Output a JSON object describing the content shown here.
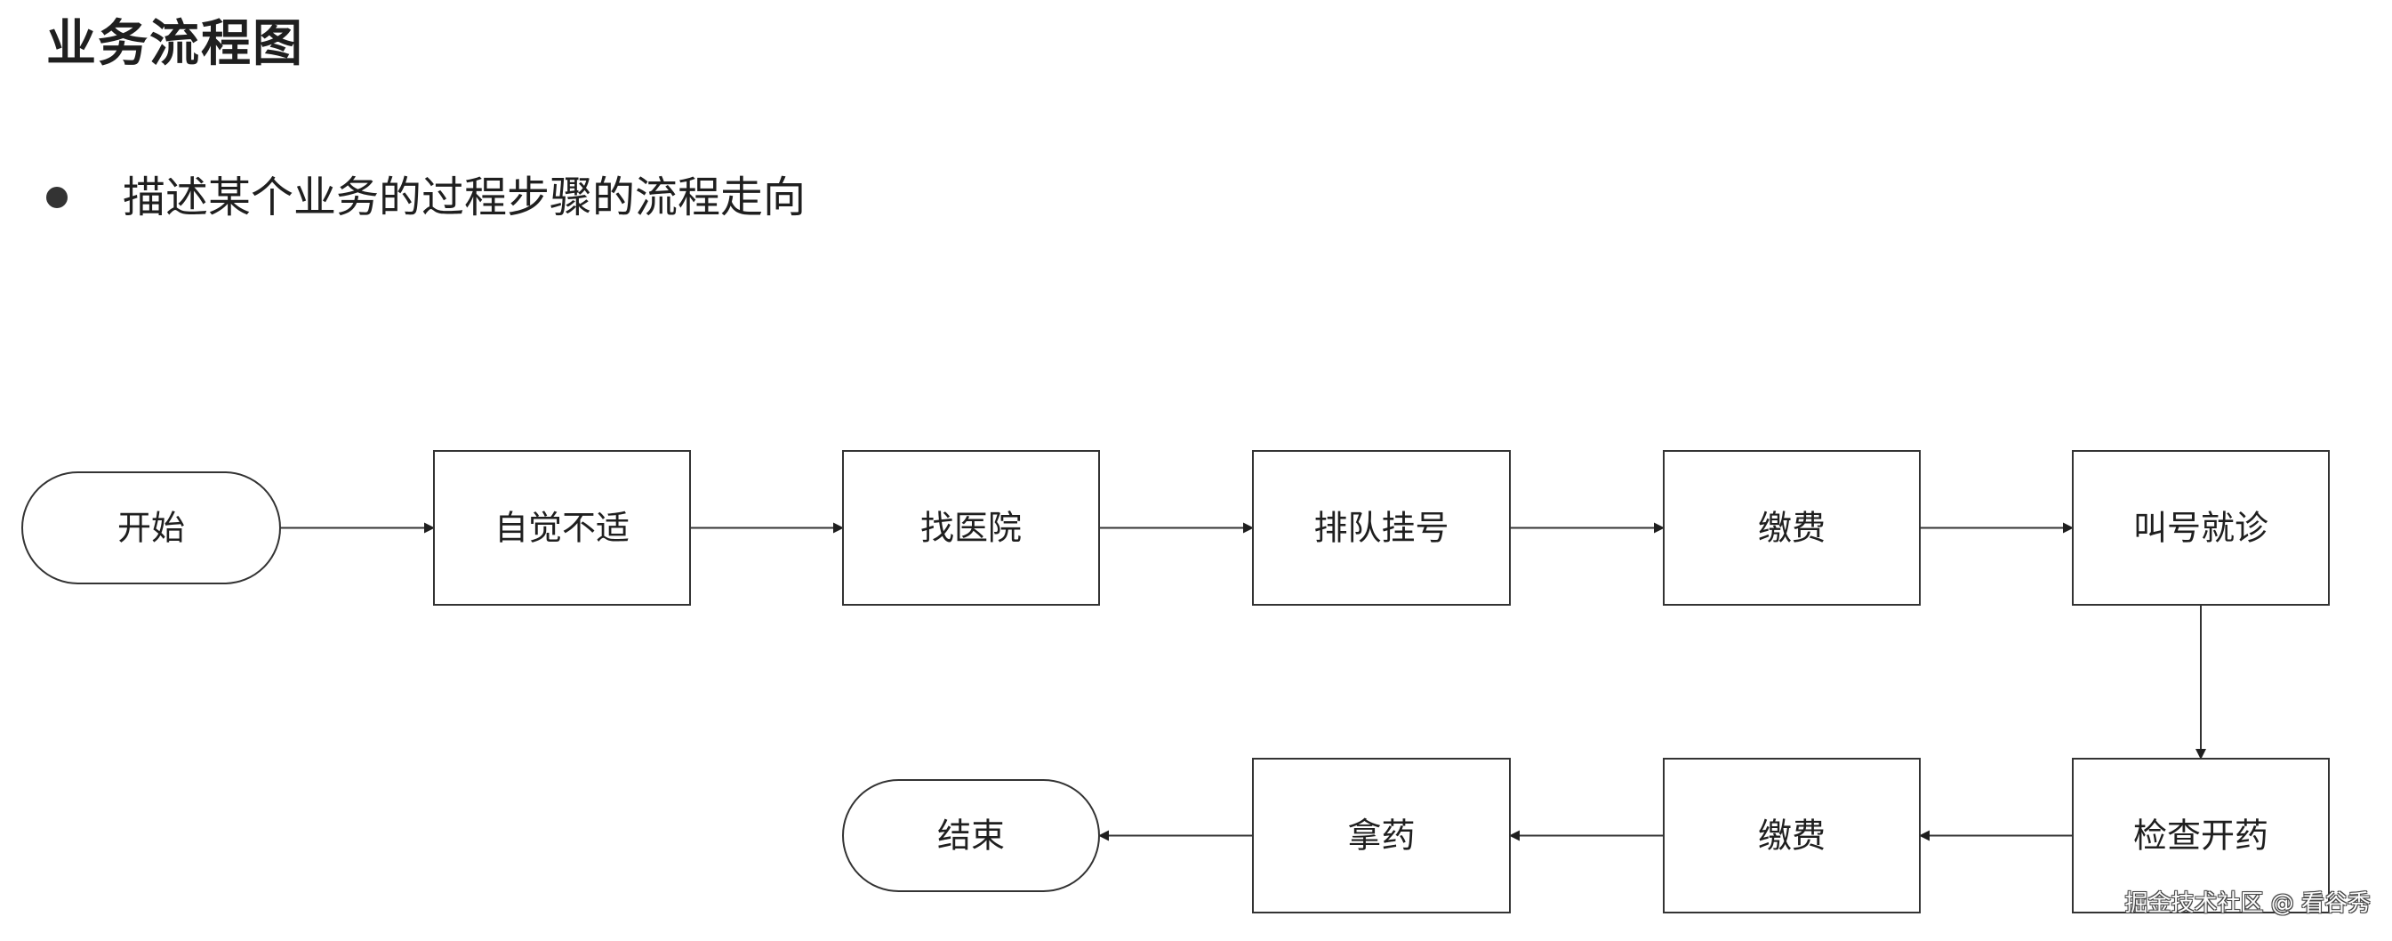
{
  "page": {
    "title": "业务流程图",
    "bullet": "描述某个业务的过程步骤的流程走向",
    "watermark": "掘金技术社区 @ 看谷秀"
  },
  "colors": {
    "text": "#1f1f1f",
    "stroke": "#333333",
    "background": "#ffffff"
  },
  "diagram": {
    "nodes": [
      {
        "id": "start",
        "shape": "terminal",
        "label": "开始"
      },
      {
        "id": "feel-unwell",
        "shape": "process",
        "label": "自觉不适"
      },
      {
        "id": "find-hospital",
        "shape": "process",
        "label": "找医院"
      },
      {
        "id": "queue-register",
        "shape": "process",
        "label": "排队挂号"
      },
      {
        "id": "pay-1",
        "shape": "process",
        "label": "缴费"
      },
      {
        "id": "called-visit",
        "shape": "process",
        "label": "叫号就诊"
      },
      {
        "id": "exam-prescribe",
        "shape": "process",
        "label": "检查开药"
      },
      {
        "id": "pay-2",
        "shape": "process",
        "label": "缴费"
      },
      {
        "id": "get-medicine",
        "shape": "process",
        "label": "拿药"
      },
      {
        "id": "end",
        "shape": "terminal",
        "label": "结束"
      }
    ],
    "edges": [
      {
        "from": "start",
        "to": "feel-unwell"
      },
      {
        "from": "feel-unwell",
        "to": "find-hospital"
      },
      {
        "from": "find-hospital",
        "to": "queue-register"
      },
      {
        "from": "queue-register",
        "to": "pay-1"
      },
      {
        "from": "pay-1",
        "to": "called-visit"
      },
      {
        "from": "called-visit",
        "to": "exam-prescribe"
      },
      {
        "from": "exam-prescribe",
        "to": "pay-2"
      },
      {
        "from": "pay-2",
        "to": "get-medicine"
      },
      {
        "from": "get-medicine",
        "to": "end"
      }
    ]
  }
}
